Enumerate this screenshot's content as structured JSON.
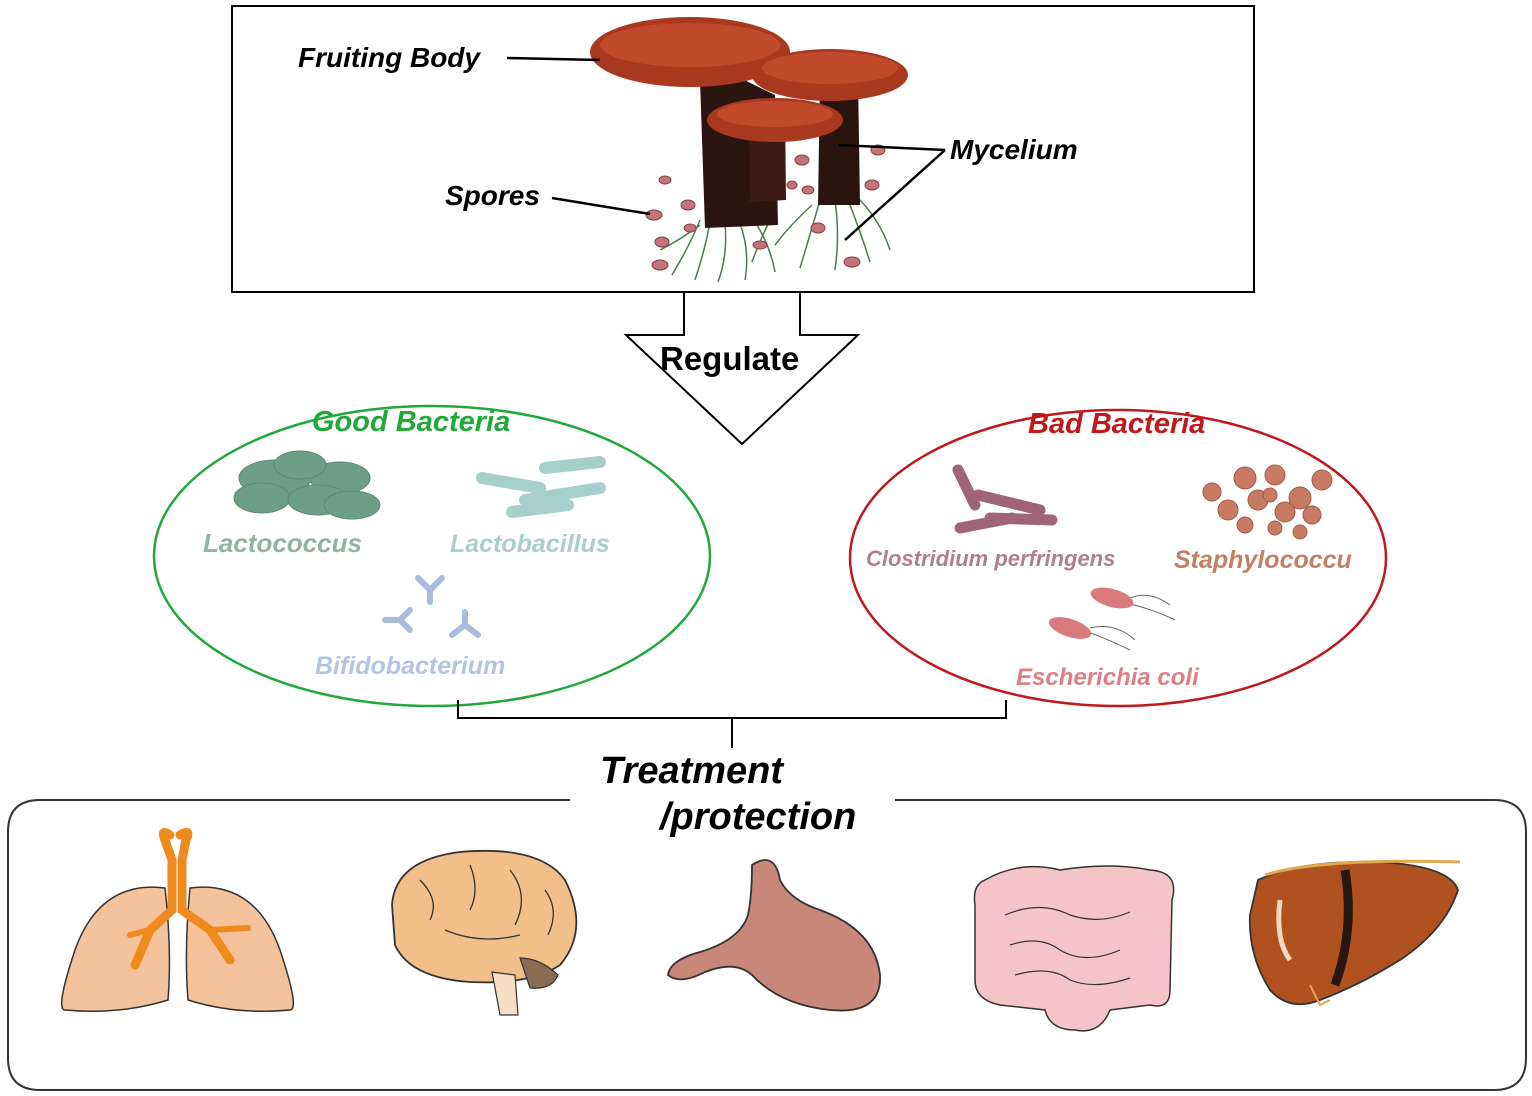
{
  "ganoderma": {
    "fruiting_body": "Fruiting Body",
    "mycelium": "Mycelium",
    "spores": "Spores"
  },
  "arrow_label": "Regulate",
  "good_bacteria": {
    "title": "Good Bacteria",
    "items": [
      "Lactococcus",
      "Lactobacillus",
      "Bifidobacterium"
    ]
  },
  "bad_bacteria": {
    "title": "Bad Bacteria",
    "items": [
      "Clostridium perfringens",
      "Staphylococcu",
      "Escherichia coli"
    ]
  },
  "treatment": {
    "line1": "Treatment",
    "line2": "/protection"
  },
  "organs": [
    "lungs-icon",
    "brain-icon",
    "stomach-icon",
    "intestine-icon",
    "liver-icon"
  ],
  "colors": {
    "good": "#22a83a",
    "bad": "#c0191d",
    "mushroom_cap": "#a8391f",
    "stem": "#2a1410"
  }
}
